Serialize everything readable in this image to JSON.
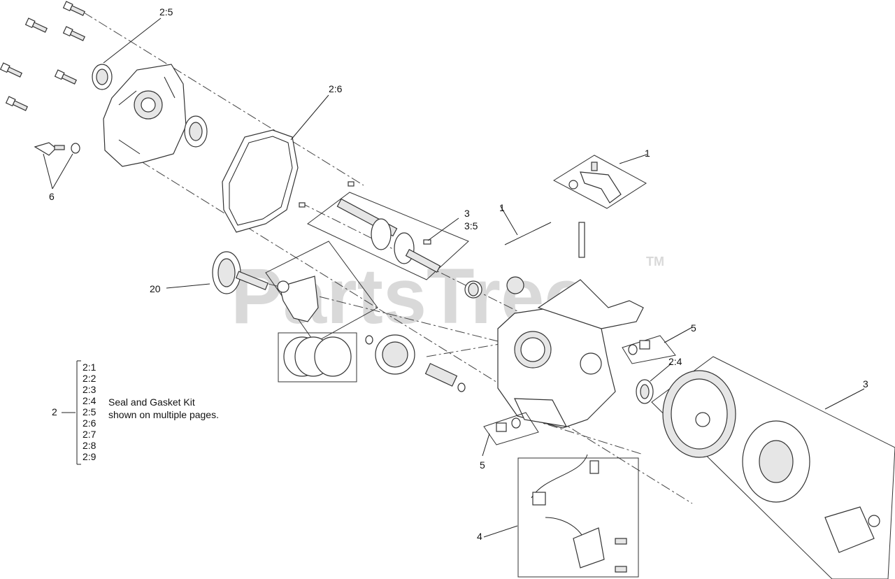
{
  "watermark": {
    "text": "PartsTree",
    "tm": "TM"
  },
  "callouts": {
    "c2_5": "2:5",
    "c2_6": "2:6",
    "c6": "6",
    "c1_top": "1",
    "c1_mid": "1",
    "c3_crank": "3",
    "c3_5": "3:5",
    "c20": "20",
    "c5_right": "5",
    "c2_4": "2:4",
    "c3_flywheel": "3",
    "c5_bottom": "5",
    "c4": "4"
  },
  "kit_legend": {
    "ref": "2",
    "items": [
      "2:1",
      "2:2",
      "2:3",
      "2:4",
      "2:5",
      "2:6",
      "2:7",
      "2:8",
      "2:9"
    ],
    "text_line1": "Seal and Gasket Kit",
    "text_line2": "shown on multiple pages."
  }
}
